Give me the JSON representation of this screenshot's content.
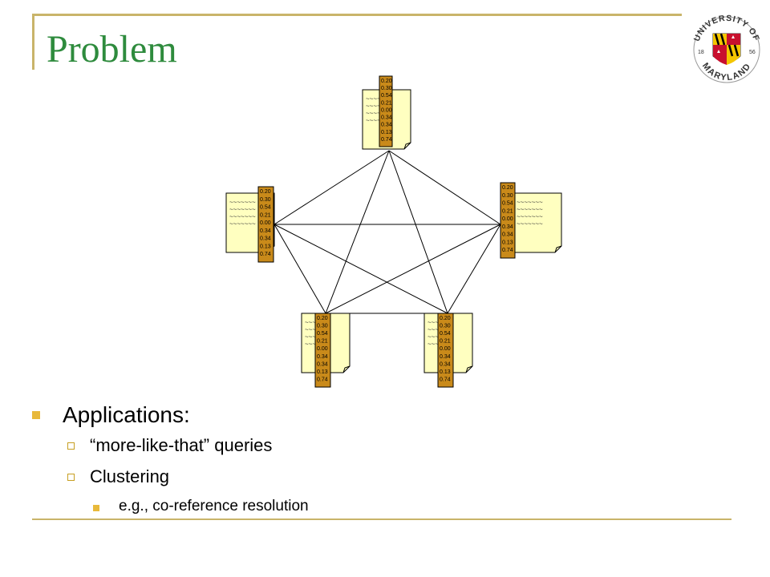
{
  "slide": {
    "title": "Problem",
    "logo": {
      "text_top": "UNIVERSITY OF",
      "text_bottom": "MARYLAND",
      "year_left": "18",
      "year_right": "56"
    }
  },
  "diagram": {
    "vector_values": [
      "0.20",
      "0.30",
      "0.54",
      "0.21",
      "0.00",
      "0.34",
      "0.34",
      "0.13",
      "0.74"
    ],
    "doc_tilde_line": "~~~~~~~",
    "documents": [
      {
        "name": "doc-top"
      },
      {
        "name": "doc-left"
      },
      {
        "name": "doc-right"
      },
      {
        "name": "doc-bottom-left"
      },
      {
        "name": "doc-bottom-right"
      }
    ],
    "edges": "complete graph between all five documents"
  },
  "bullets": {
    "level1": "Applications:",
    "level2": [
      "“more-like-that” queries",
      "Clustering"
    ],
    "level3": [
      "e.g., co-reference resolution"
    ]
  },
  "colors": {
    "title": "#2e8b3d",
    "frame": "#c9b46a",
    "bullet": "#e8b93b",
    "doc_fill": "#ffffc0",
    "vector_fill": "#c98a1a"
  }
}
